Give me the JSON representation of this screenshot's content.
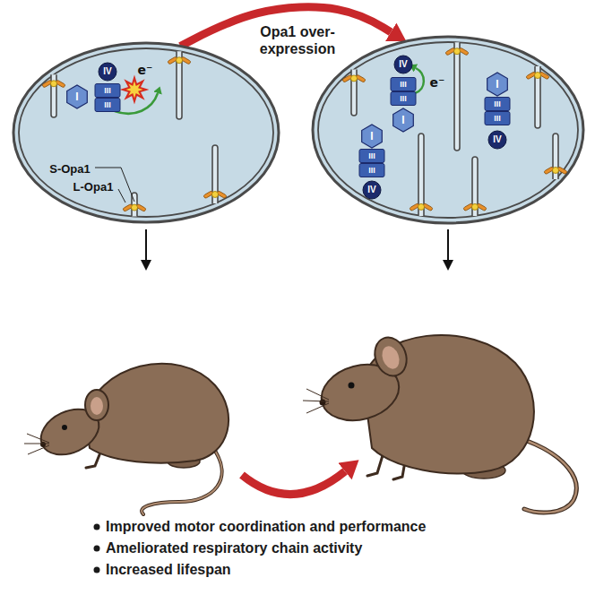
{
  "diagram": {
    "nodes": [
      {
        "text": [
          "IV",
          "III",
          "III",
          "I",
          "e⁻",
          "S-Opa1",
          "L-Opa1"
        ]
      },
      {
        "text": [
          "IV",
          "III",
          "III",
          "I",
          "e⁻",
          "I",
          "III",
          "III",
          "IV",
          "I",
          "III",
          "III",
          "IV"
        ]
      }
    ],
    "edges": [
      {
        "from": 0,
        "to": 1,
        "arrow": "to",
        "label": "Opa1 over-expression"
      }
    ],
    "labels": [
      "Improved motor coordination and performance",
      "Ameliorated respiratory chain activity",
      "Increased lifespan"
    ]
  }
}
